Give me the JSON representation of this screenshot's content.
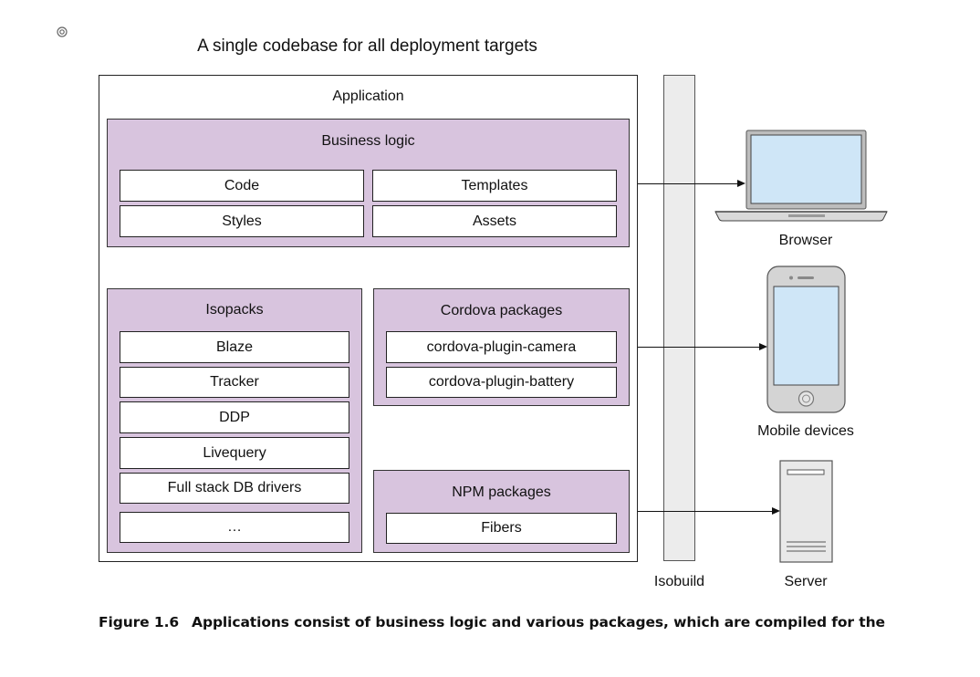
{
  "diagram": {
    "title": "A single codebase for all deployment targets",
    "application": {
      "label": "Application",
      "business_logic": {
        "label": "Business logic",
        "items": [
          "Code",
          "Templates",
          "Styles",
          "Assets"
        ]
      },
      "isopacks": {
        "label": "Isopacks",
        "items": [
          "Blaze",
          "Tracker",
          "DDP",
          "Livequery",
          "Full stack DB drivers",
          "…"
        ]
      },
      "cordova": {
        "label": "Cordova packages",
        "items": [
          "cordova-plugin-camera",
          "cordova-plugin-battery"
        ]
      },
      "npm": {
        "label": "NPM packages",
        "items": [
          "Fibers"
        ]
      }
    },
    "isobuild_label": "Isobuild",
    "targets": {
      "browser": "Browser",
      "mobile": "Mobile devices",
      "server": "Server"
    },
    "colors": {
      "package_fill": "#d8c4de",
      "screen_fill": "#cfe6f7",
      "isobuild_fill": "#ececec"
    }
  },
  "caption": {
    "figure": "Figure 1.6",
    "text": "Applications consist of business logic and various packages, which are compiled for the"
  }
}
